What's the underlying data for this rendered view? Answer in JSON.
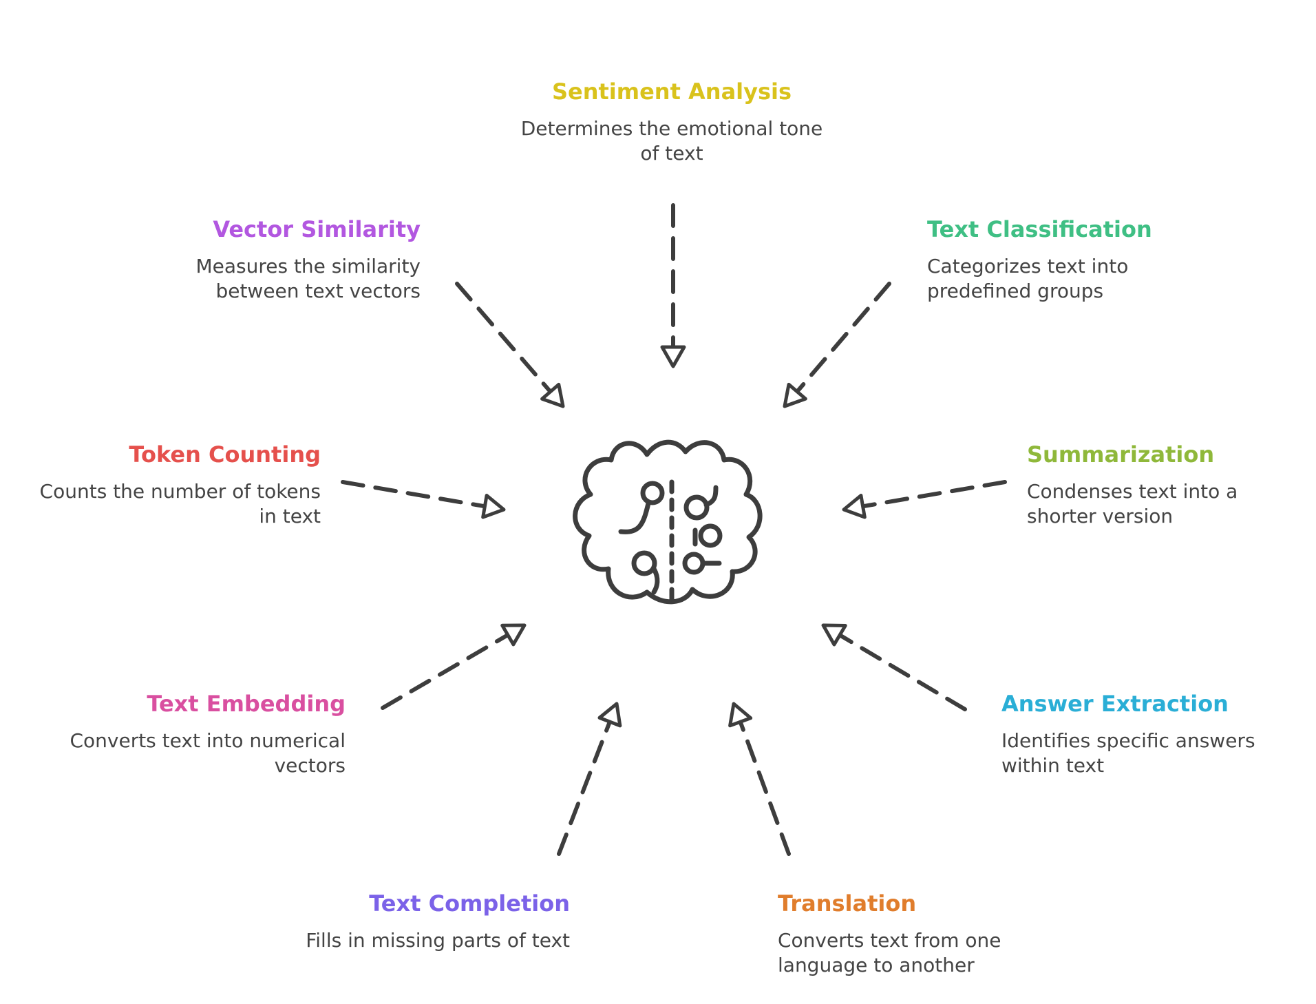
{
  "center": {
    "icon": "brain-icon",
    "stroke": "#3d3d3d"
  },
  "arrow_color": "#3d3d3d",
  "nodes": [
    {
      "id": "sentiment-analysis",
      "title": "Sentiment Analysis",
      "description": "Determines the emotional tone of text",
      "color": "#d9c21c"
    },
    {
      "id": "text-classification",
      "title": "Text Classification",
      "description": "Categorizes text into predefined groups",
      "color": "#3fbf84"
    },
    {
      "id": "summarization",
      "title": "Summarization",
      "description": "Condenses text into a shorter version",
      "color": "#8fb83a"
    },
    {
      "id": "answer-extraction",
      "title": "Answer Extraction",
      "description": "Identifies specific answers within text",
      "color": "#2aaed6"
    },
    {
      "id": "translation",
      "title": "Translation",
      "description": "Converts text from one language to another",
      "color": "#e07d2c"
    },
    {
      "id": "text-completion",
      "title": "Text Completion",
      "description": "Fills in missing parts of text",
      "color": "#7b62e8"
    },
    {
      "id": "text-embedding",
      "title": "Text Embedding",
      "description": "Converts text into numerical vectors",
      "color": "#d94fa0"
    },
    {
      "id": "token-counting",
      "title": "Token Counting",
      "description": "Counts the number of tokens in text",
      "color": "#e5504c"
    },
    {
      "id": "vector-similarity",
      "title": "Vector Similarity",
      "description": "Measures the similarity between text vectors",
      "color": "#b257e0"
    }
  ]
}
